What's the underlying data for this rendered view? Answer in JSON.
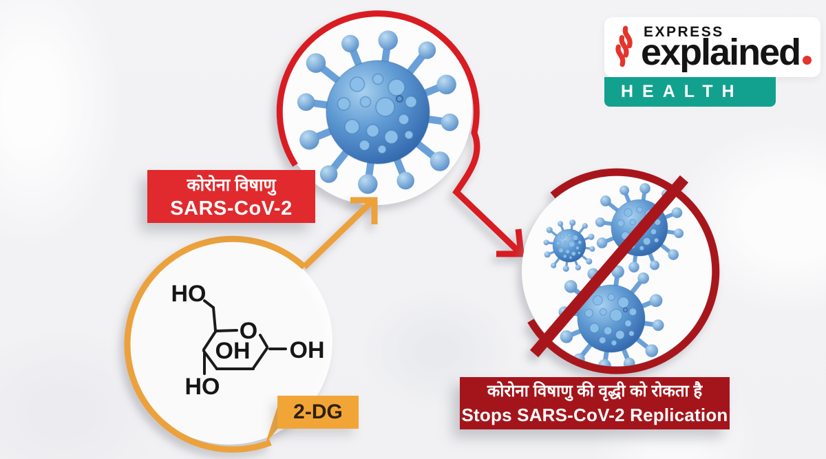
{
  "masthead": {
    "brand_top": "EXPRESS",
    "brand_main": "explained",
    "section_banner": "HEALTH"
  },
  "virus_box": {
    "hindi": "कोरोना विषाणु",
    "english": "SARS-CoV-2"
  },
  "result_box": {
    "hindi": "कोरोना विषाणु की वृद्धी को रोकता है",
    "english": "Stops SARS-CoV-2 Replication"
  },
  "drug_box": {
    "label": "2-DG"
  },
  "molecule": {
    "ho_top": "HO",
    "ring_oxygen": "O",
    "oh_inner": "OH",
    "oh_right": "OH",
    "ho_bottom": "HO"
  },
  "icons": {
    "flame": "express-flame-icon",
    "virus": "coronavirus-icon",
    "prohibition": "prohibition-slash-icon",
    "arrow_up": "arrow-up-right-icon",
    "arrow_down": "arrow-down-right-icon"
  },
  "colors": {
    "red": "#D81E24",
    "box_red": "#E12A2D",
    "dark_red": "#A4151B",
    "orange": "#ECA13B",
    "teal": "#12A18E",
    "virus_blue": "#5590CB",
    "logo_red": "#E4342C"
  }
}
